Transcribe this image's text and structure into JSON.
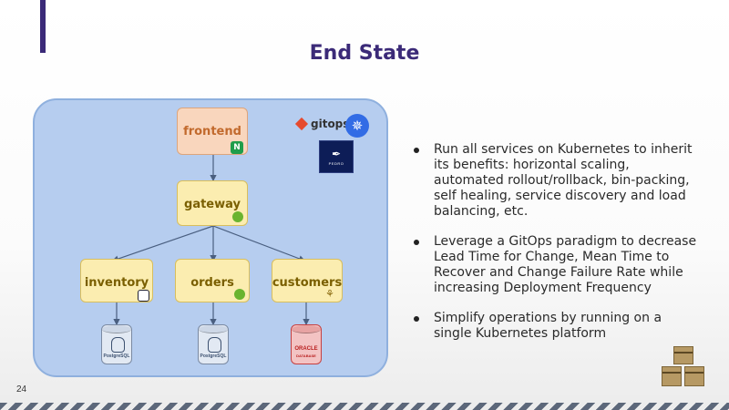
{
  "slide": {
    "title": "End State",
    "page_number": "24"
  },
  "diagram": {
    "nodes": {
      "frontend": "frontend",
      "gateway": "gateway",
      "inventory": "inventory",
      "orders": "orders",
      "customers": "customers"
    },
    "databases": {
      "inventory_db": "PostgreSQL",
      "orders_db": "PostgreSQL",
      "customers_db_brand": "ORACLE",
      "customers_db_type": "DATABASE"
    },
    "badges": {
      "frontend": "N",
      "gateway": "spring-icon",
      "inventory": "quarkus-icon",
      "orders": "spring-icon",
      "customers": "helidon-icon"
    },
    "logos": {
      "gitops": "gitops",
      "kubernetes": "kubernetes-icon",
      "pedro": "PEDRO"
    }
  },
  "bullets": [
    "Run all services on Kubernetes to inherit its benefits: horizontal scaling, automated rollout/rollback, bin-packing, self healing, service discovery and load balancing, etc.",
    "Leverage a GitOps paradigm to decrease Lead Time for Change, Mean Time to Recover and Change Failure Rate while increasing Deployment Frequency",
    "Simplify operations by running on a single Kubernetes platform"
  ],
  "colors": {
    "title": "#3b2a78",
    "diagram_bg": "#b6cdef",
    "frontend_fill": "#f9d6bd",
    "service_fill": "#fbedb0",
    "oracle": "#c64040"
  }
}
